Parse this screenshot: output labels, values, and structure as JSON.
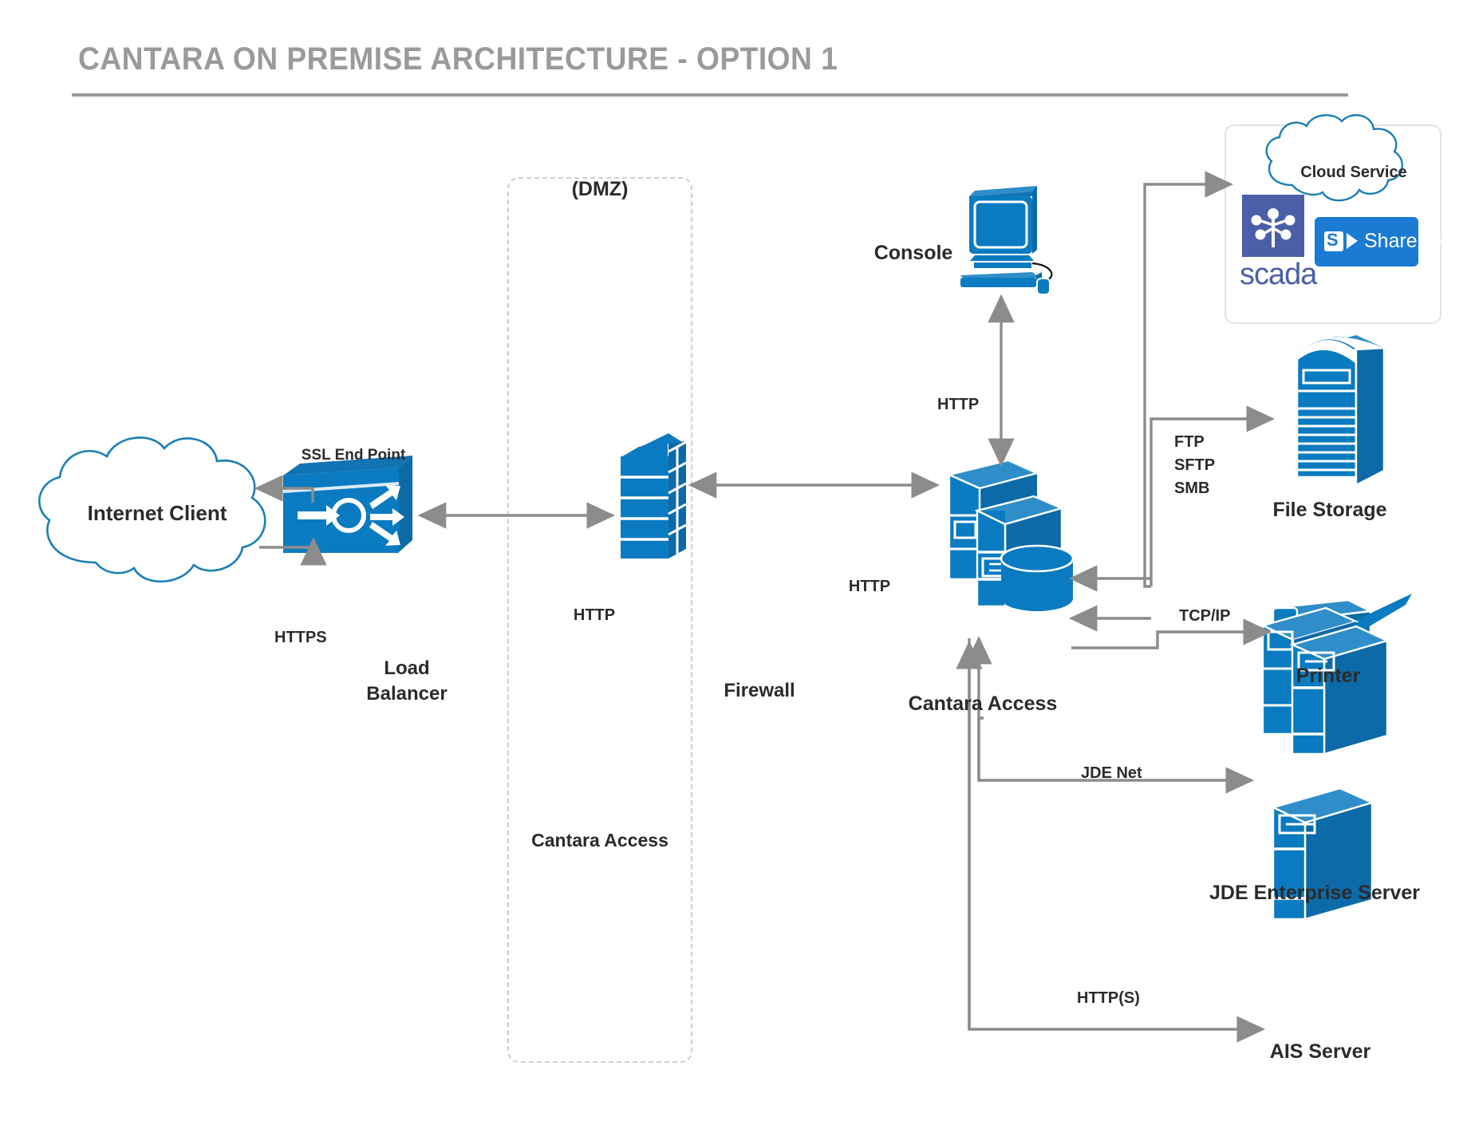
{
  "page": {
    "title": "CANTARA ON PREMISE ARCHITECTURE - OPTION 1",
    "background": "#ffffff",
    "title_color": "#9a9a9a",
    "accent_blue": "#0a7bc0",
    "accent_blue_dark": "#1464a5",
    "cloud_outline": "#1a7fb5",
    "arrow_gray": "#8c8c8c",
    "text_color": "#2b2b2b"
  },
  "zones": {
    "dmz_label": "(DMZ)",
    "dmz_sublabel": "Cantara Access"
  },
  "nodes": {
    "internet_client": {
      "label": "Internet Client",
      "icon": "cloud-icon"
    },
    "load_balancer": {
      "label_line1": "Load",
      "label_line2": "Balancer",
      "icon": "load-balancer-icon"
    },
    "firewall": {
      "label": "Firewall",
      "icon": "firewall-brick-icon"
    },
    "cantara_access": {
      "label": "Cantara Access",
      "icon": "server-stack-icon"
    },
    "console": {
      "label": "Console",
      "icon": "desktop-computer-icon"
    },
    "cloud_service": {
      "label": "Cloud Service",
      "icon": "cloud-icon"
    },
    "scada": {
      "label": "scada",
      "icon": "scada-logo-icon",
      "tile_color": "#4a5fa8"
    },
    "sharepoint": {
      "label": "SharePoint",
      "badge": "S",
      "icon": "sharepoint-logo-icon",
      "tile_color": "#1a7ad4"
    },
    "file_storage": {
      "label": "File Storage",
      "icon": "file-storage-tower-icon"
    },
    "printer": {
      "label": "Printer",
      "icon": "printer-icon"
    },
    "jde_enterprise_server": {
      "label": "JDE Enterprise Server",
      "icon": "server-pair-icon"
    },
    "ais_server": {
      "label": "AIS Server",
      "icon": "server-icon"
    }
  },
  "connections": {
    "ssl_end_point": "SSL End Point",
    "https": "HTTPS",
    "http_lb_fw": "HTTP",
    "http_fw_ca": "HTTP",
    "http_console": "HTTP",
    "ftp": "FTP",
    "sftp": "SFTP",
    "smb": "SMB",
    "tcp_ip": "TCP/IP",
    "jde_net": "JDE Net",
    "http_s": "HTTP(S)"
  }
}
